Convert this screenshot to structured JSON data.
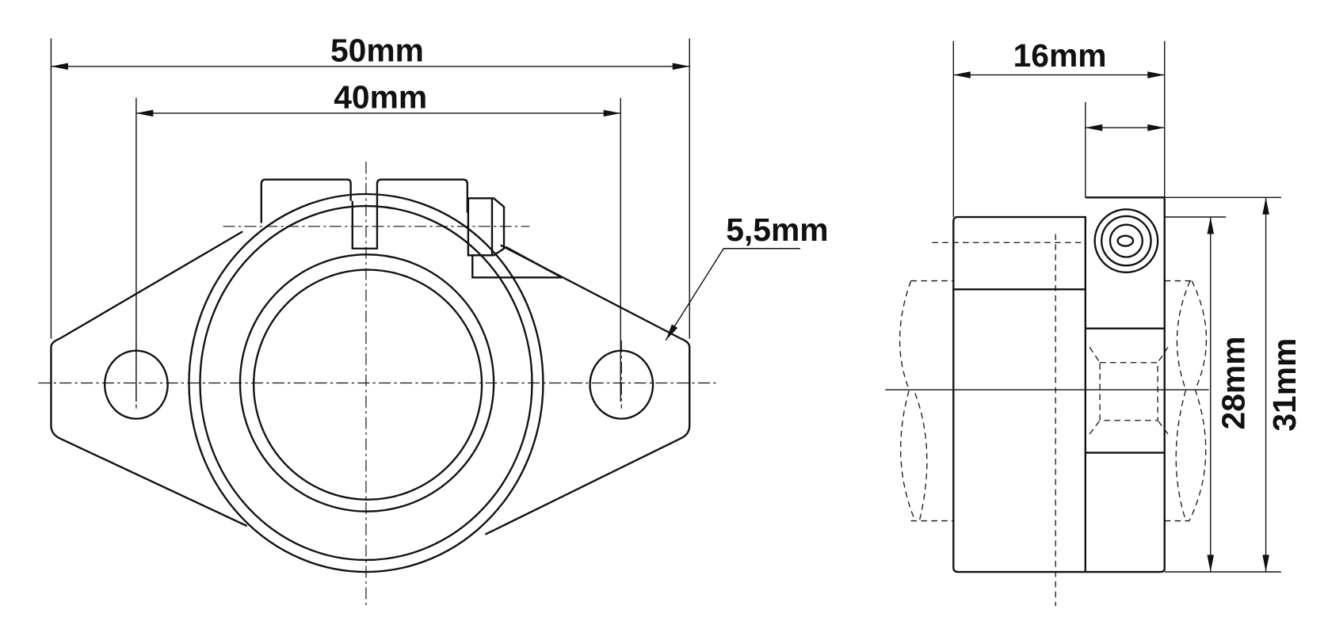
{
  "drawing": {
    "front_view": {
      "overall_width_label": "50mm",
      "hole_spacing_label": "40mm",
      "hole_diameter_label": "5,5mm"
    },
    "side_view": {
      "depth_label": "16mm",
      "inner_height_label": "28mm",
      "overall_height_label": "31mm"
    }
  }
}
